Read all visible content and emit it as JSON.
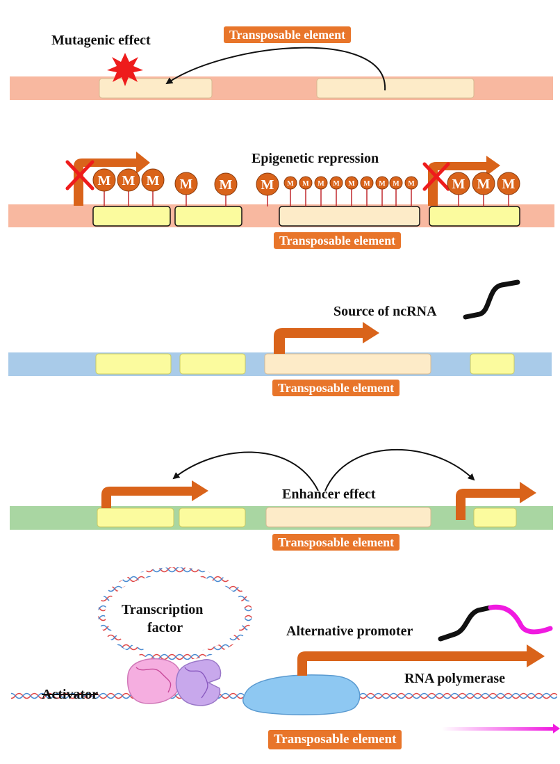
{
  "panel_mutagenic": {
    "title": "Mutagenic effect",
    "te_label": "Transposable element"
  },
  "panel_epigenetic": {
    "title": "Epigenetic repression",
    "te_label": "Transposable element",
    "methyl_symbol": "M"
  },
  "panel_ncrna": {
    "title": "Source of ncRNA",
    "te_label": "Transposable element"
  },
  "panel_enhancer": {
    "title": "Enhancer effect",
    "te_label": "Transposable element"
  },
  "panel_promoter": {
    "transcription_factor_line1": "Transcription",
    "transcription_factor_line2": "factor",
    "alt_promoter_label": "Alternative promoter",
    "rna_pol_label": "RNA polymerase",
    "activator_label": "Activator",
    "te_label": "Transposable element"
  },
  "colors": {
    "orange": "#e8752a",
    "arrow_orange": "#d9631a",
    "salmon_band": "#f8b8a0",
    "blue_band": "#a9cbe9",
    "green_band": "#a9d6a2",
    "yellow_box": "#fbfb9e",
    "cream_box": "#fdebc8",
    "methyl": "#d9631a",
    "rna_pink": "#f01ae0"
  }
}
